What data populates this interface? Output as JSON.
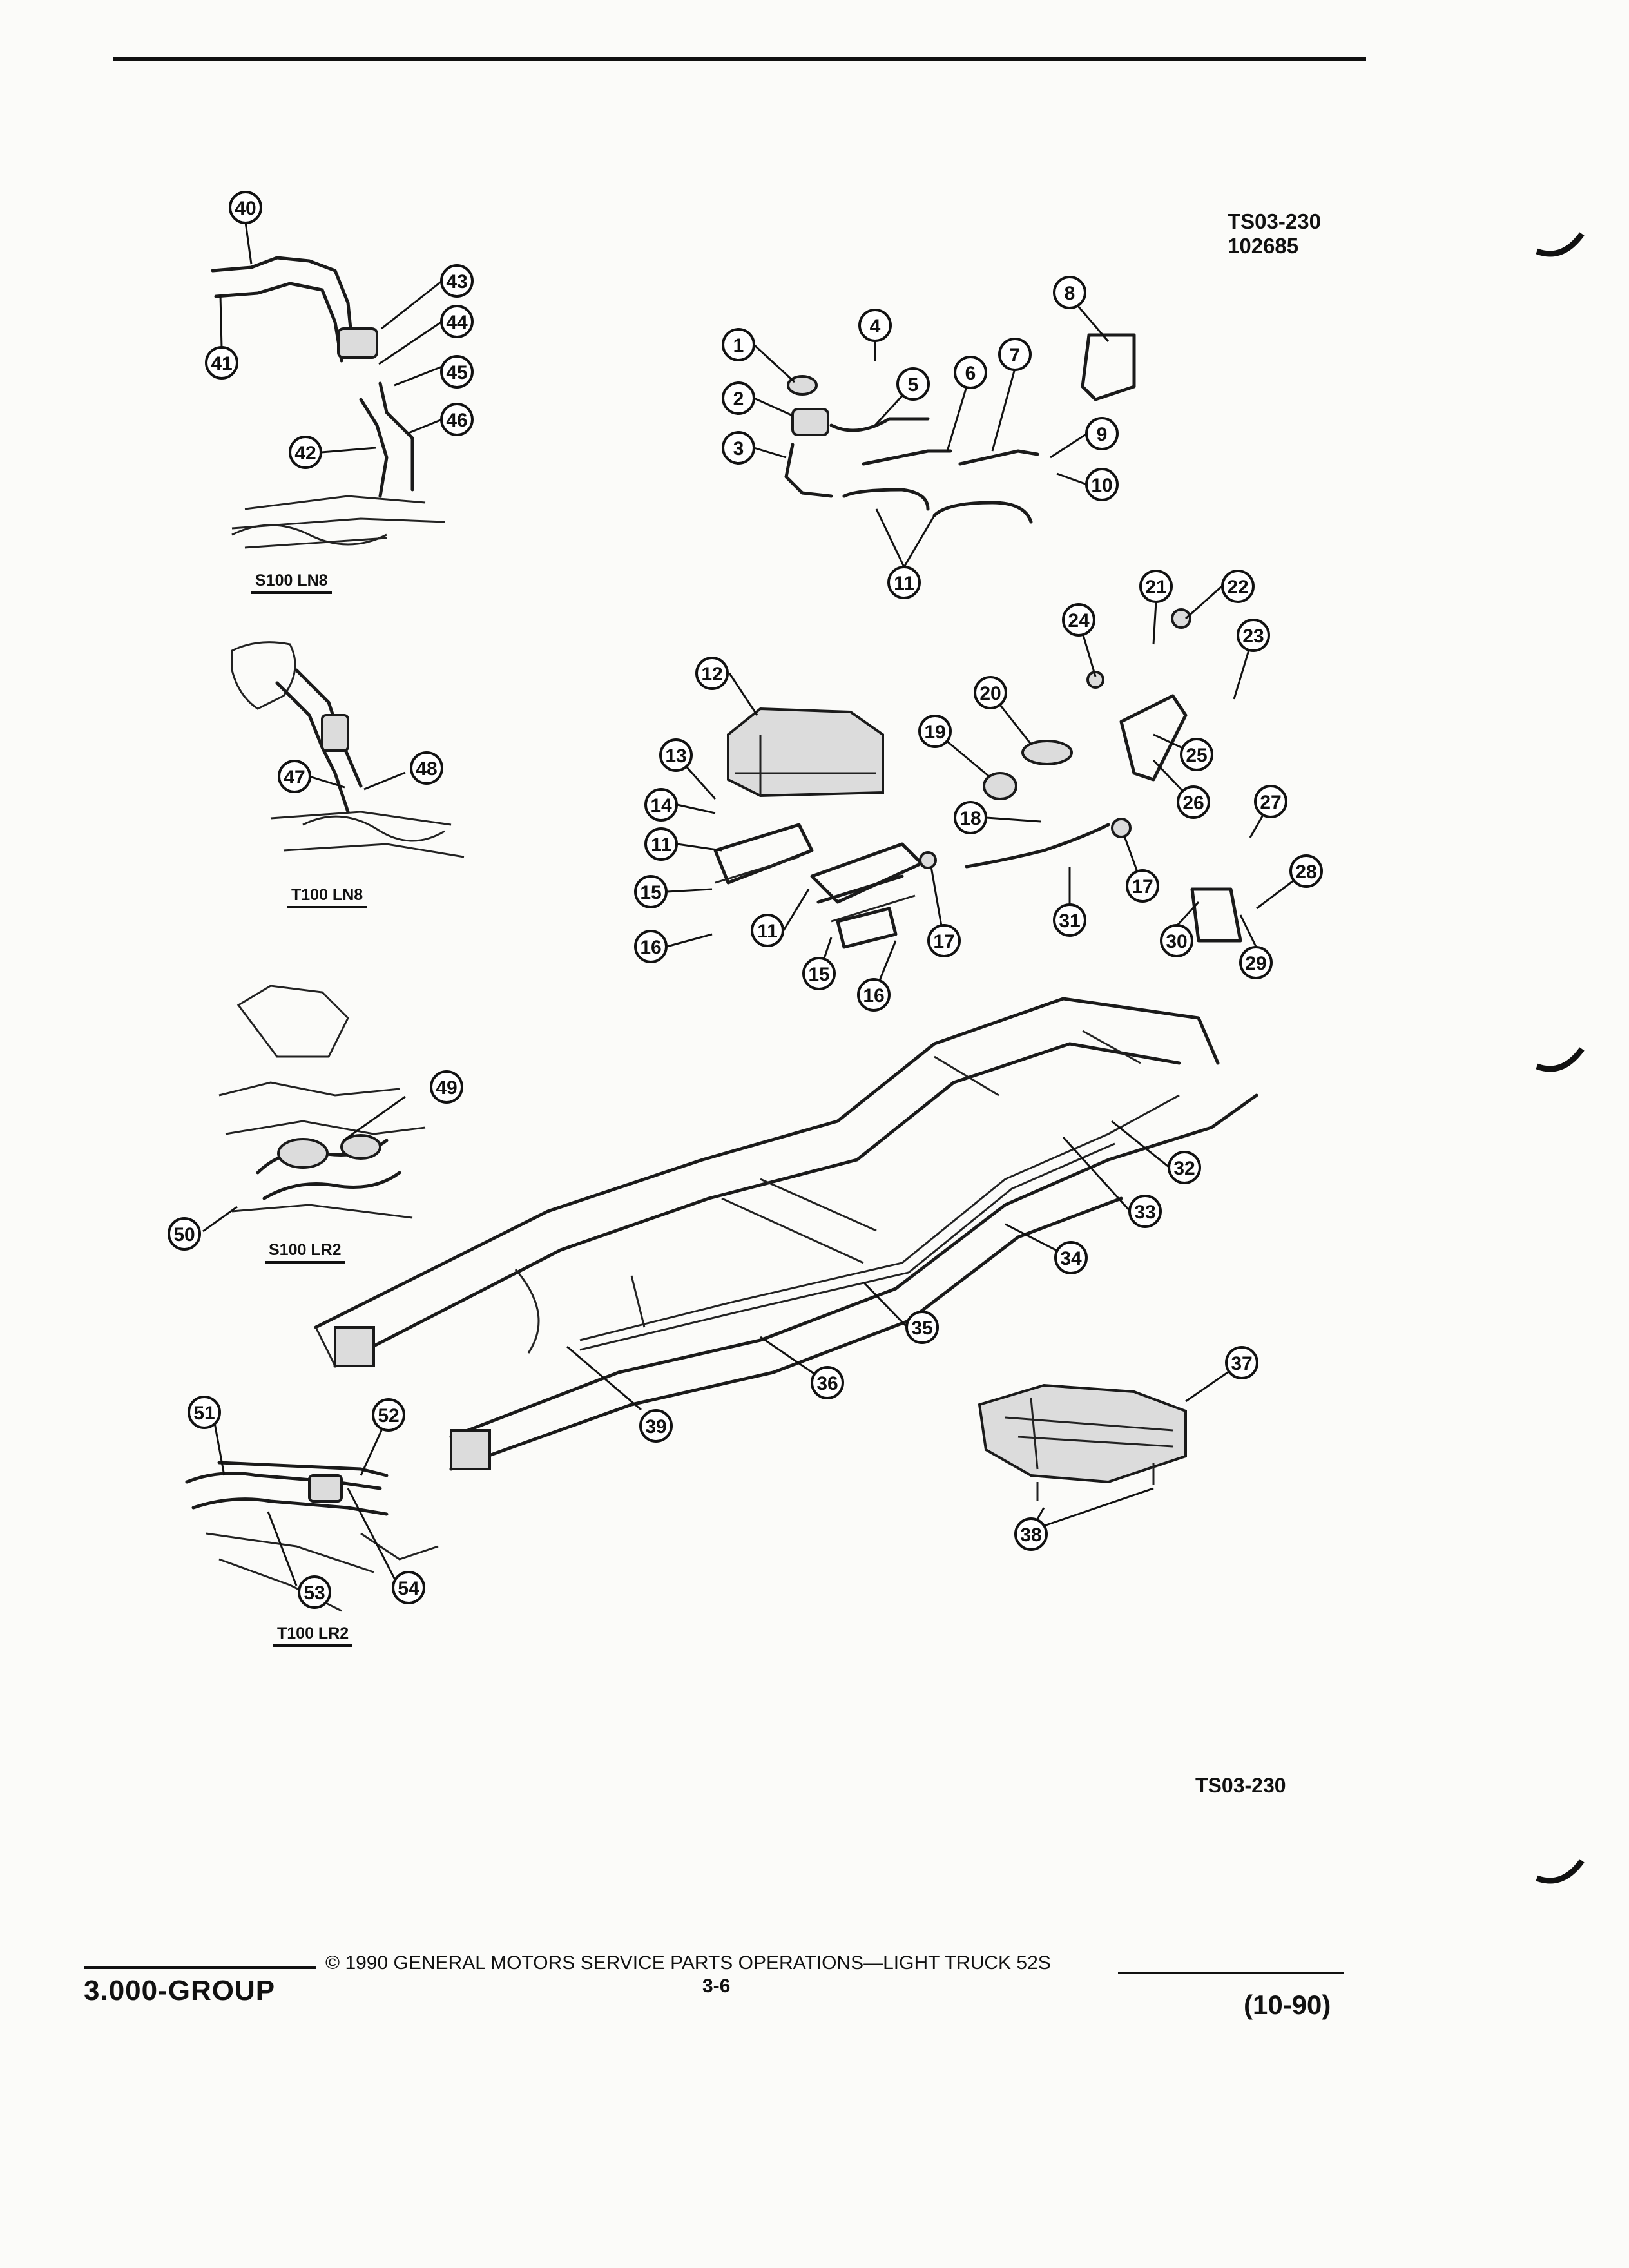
{
  "figure": {
    "code_top_line1": "TS03-230",
    "code_top_line2": "102685",
    "code_bottom": "TS03-230"
  },
  "view_labels": {
    "s100_ln8": "S100 LN8",
    "t100_ln8": "T100 LN8",
    "s100_lr2": "S100 LR2",
    "t100_lr2": "T100 LR2"
  },
  "callouts": [
    "1",
    "2",
    "3",
    "4",
    "5",
    "6",
    "7",
    "8",
    "9",
    "10",
    "11",
    "12",
    "13",
    "14",
    "15",
    "16",
    "17",
    "18",
    "19",
    "20",
    "21",
    "22",
    "23",
    "24",
    "25",
    "26",
    "27",
    "28",
    "29",
    "30",
    "31",
    "32",
    "33",
    "34",
    "35",
    "36",
    "37",
    "38",
    "39",
    "40",
    "41",
    "42",
    "43",
    "44",
    "45",
    "46",
    "47",
    "48",
    "49",
    "50",
    "51",
    "52",
    "53",
    "54"
  ],
  "footer": {
    "group": "3.000-GROUP",
    "copyright": "© 1990 GENERAL MOTORS SERVICE PARTS OPERATIONS—LIGHT TRUCK 52S",
    "page": "3-6",
    "date": "(10-90)"
  }
}
